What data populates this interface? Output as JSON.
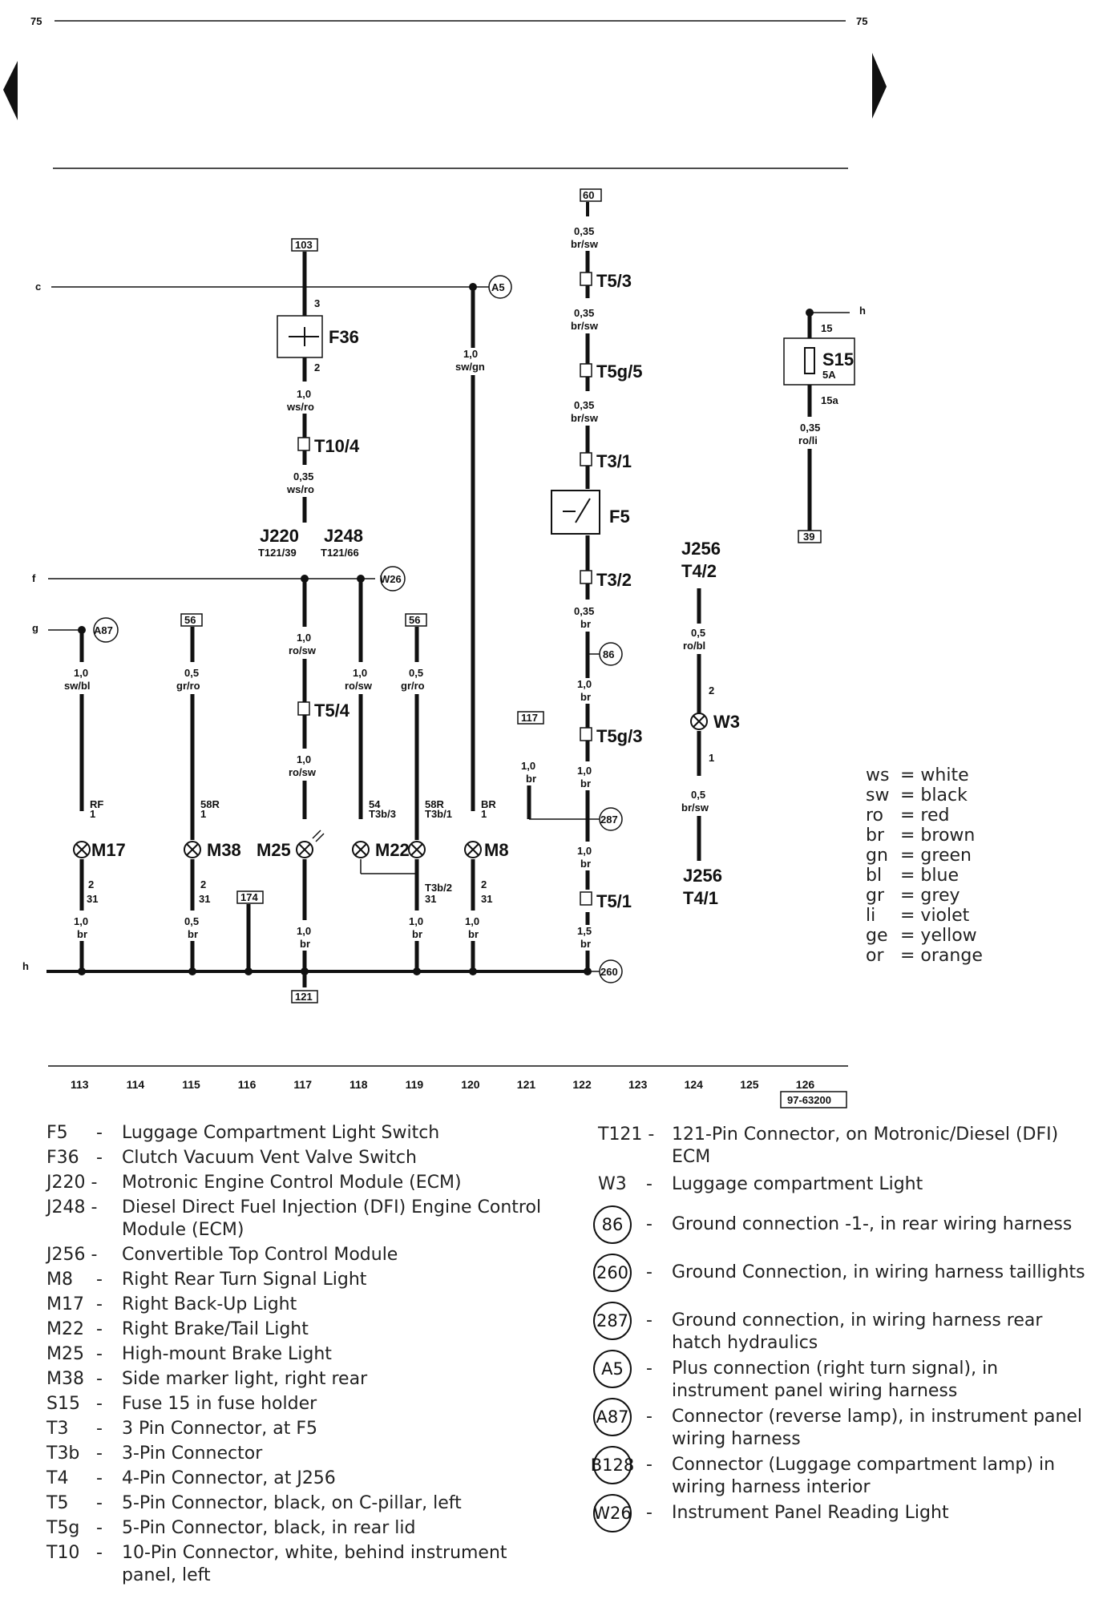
{
  "page": {
    "number_left": "75",
    "number_right": "75",
    "ref_code": "97-63200"
  },
  "columns": [
    "113",
    "114",
    "115",
    "116",
    "117",
    "118",
    "119",
    "120",
    "121",
    "122",
    "123",
    "124",
    "125",
    "126"
  ],
  "wire_refs": {
    "row_c": "c",
    "row_f": "f",
    "row_g": "g",
    "row_h": "h",
    "row_h2": "h"
  },
  "boxes": {
    "b103": "103",
    "b60": "60",
    "b56a": "56",
    "b56b": "56",
    "b117": "117",
    "b174": "174",
    "b121": "121",
    "b39": "39"
  },
  "components": {
    "F36": "F36",
    "F5": "F5",
    "S15": "S15",
    "S15_rating": "5A",
    "J220": "J220",
    "J220_pin": "T121/39",
    "J248": "J248",
    "J248_pin": "T121/66",
    "J256a": "J256",
    "J256a_pin": "T4/2",
    "J256b": "J256",
    "J256b_pin": "T4/1",
    "M17": "M17",
    "M38": "M38",
    "M25": "M25",
    "M22": "M22",
    "M8": "M8",
    "W3": "W3"
  },
  "connectors": {
    "T5_3": "T5/3",
    "T5g_5": "T5g/5",
    "T3_1": "T3/1",
    "T3_2": "T3/2",
    "T5g_3": "T5g/3",
    "T5_1": "T5/1",
    "T10_4": "T10/4",
    "T5_4": "T5/4",
    "T3b_3": "T3b/3",
    "T3b_1": "T3b/1",
    "T3b_2": "T3b/2"
  },
  "grounds": {
    "A5": "A5",
    "W26": "W26",
    "A87": "A87",
    "g86": "86",
    "g287": "287",
    "g260": "260"
  },
  "wires": {
    "w60_a": [
      "0,35",
      "br/sw"
    ],
    "w60_b": [
      "0,35",
      "br/sw"
    ],
    "w60_c": [
      "0,35",
      "br/sw"
    ],
    "wF5_out": [
      "0,35",
      "br"
    ],
    "w86_out": [
      "1,0",
      "br"
    ],
    "wT5g3_out": [
      "1,0",
      "br"
    ],
    "w287_out": [
      "1,0",
      "br"
    ],
    "wT51_out": [
      "1,5",
      "br"
    ],
    "w117": [
      "1,0",
      "br"
    ],
    "wF36_out": [
      "1,0",
      "ws/ro"
    ],
    "wT104_out": [
      "0,35",
      "ws/ro"
    ],
    "wA5": [
      "1,0",
      "sw/gn"
    ],
    "wW26": [
      "1,0",
      "ro/sw"
    ],
    "wT54_out": [
      "1,0",
      "ro/sw"
    ],
    "wM22_in": [
      "1,0",
      "ro/sw"
    ],
    "w56b": [
      "0,5",
      "gr/ro"
    ],
    "w56a": [
      "0,5",
      "gr/ro"
    ],
    "wA87": [
      "1,0",
      "sw/bl"
    ],
    "wM17": [
      "1,0",
      "br"
    ],
    "wM38": [
      "0,5",
      "br"
    ],
    "wM25": [
      "1,0",
      "br"
    ],
    "wM22": [
      "1,0",
      "br"
    ],
    "wM8": [
      "1,0",
      "br"
    ],
    "wJ256": [
      "0,5",
      "ro/bl"
    ],
    "wW3": [
      "0,5",
      "br/sw"
    ],
    "wS15": [
      "0,35",
      "ro/li"
    ]
  },
  "pins": {
    "F36_in": "3",
    "F36_out": "2",
    "S15_in": "15",
    "S15_out": "15a",
    "W3_in": "2",
    "W3_out": "1",
    "M17_in_tag": "RF",
    "M17_in": "1",
    "M17_out": "2",
    "M17_gnd": "31",
    "M38_in_tag": "58R",
    "M38_in": "1",
    "M38_out": "2",
    "M38_gnd": "31",
    "M22_a": "54",
    "M22_b": "58R",
    "M22_gnd": "31",
    "M8_in_tag": "BR",
    "M8_in": "1",
    "M8_out": "2",
    "M8_gnd": "31"
  },
  "color_legend": [
    {
      "code": "ws",
      "name": "white"
    },
    {
      "code": "sw",
      "name": "black"
    },
    {
      "code": "ro",
      "name": "red"
    },
    {
      "code": "br",
      "name": "brown"
    },
    {
      "code": "gn",
      "name": "green"
    },
    {
      "code": "bl",
      "name": "blue"
    },
    {
      "code": "gr",
      "name": "grey"
    },
    {
      "code": "li",
      "name": "violet"
    },
    {
      "code": "ge",
      "name": "yellow"
    },
    {
      "code": "or",
      "name": "orange"
    }
  ],
  "legend_left": [
    {
      "code": "F5",
      "desc": "Luggage Compartment Light Switch"
    },
    {
      "code": "F36",
      "desc": "Clutch Vacuum Vent Valve Switch"
    },
    {
      "code": "J220 -",
      "desc": "Motronic Engine Control Module (ECM)"
    },
    {
      "code": "J248 -",
      "desc": "Diesel Direct Fuel Injection (DFI) Engine Control Module (ECM)"
    },
    {
      "code": "J256 -",
      "desc": "Convertible Top Control Module"
    },
    {
      "code": "M8",
      "desc": "Right Rear Turn Signal Light"
    },
    {
      "code": "M17",
      "desc": "Right Back-Up Light"
    },
    {
      "code": "M22",
      "desc": "Right Brake/Tail Light"
    },
    {
      "code": "M25",
      "desc": "High-mount Brake Light"
    },
    {
      "code": "M38",
      "desc": "Side marker light, right rear"
    },
    {
      "code": "S15",
      "desc": "Fuse 15 in fuse holder"
    },
    {
      "code": "T3",
      "desc": "3 Pin Connector, at F5"
    },
    {
      "code": "T3b",
      "desc": "3-Pin Connector"
    },
    {
      "code": "T4",
      "desc": "4-Pin Connector, at J256"
    },
    {
      "code": "T5",
      "desc": "5-Pin Connector, black, on C-pillar, left"
    },
    {
      "code": "T5g",
      "desc": "5-Pin Connector, black, in rear lid"
    },
    {
      "code": "T10",
      "desc": "10-Pin Connector, white, behind instrument panel, left"
    }
  ],
  "legend_right": [
    {
      "code": "T121 -",
      "desc": "121-Pin Connector, on Motronic/Diesel (DFI) ECM",
      "circle": false
    },
    {
      "code": "W3",
      "desc": "Luggage compartment Light",
      "circle": false
    },
    {
      "code": "86",
      "desc": "Ground connection -1-, in rear wiring harness",
      "circle": true
    },
    {
      "code": "260",
      "desc": "Ground Connection, in wiring harness taillights",
      "circle": true
    },
    {
      "code": "287",
      "desc": "Ground connection, in wiring harness rear hatch hydraulics",
      "circle": true
    },
    {
      "code": "A5",
      "desc": "Plus connection (right turn signal), in instrument panel wiring harness",
      "circle": true
    },
    {
      "code": "A87",
      "desc": "Connector (reverse lamp), in instrument panel wiring harness",
      "circle": true
    },
    {
      "code": "B128",
      "desc": "Connector (Luggage compartment lamp) in wiring harness interior",
      "circle": true
    },
    {
      "code": "W26",
      "desc": "Instrument Panel Reading Light",
      "circle": true
    }
  ]
}
